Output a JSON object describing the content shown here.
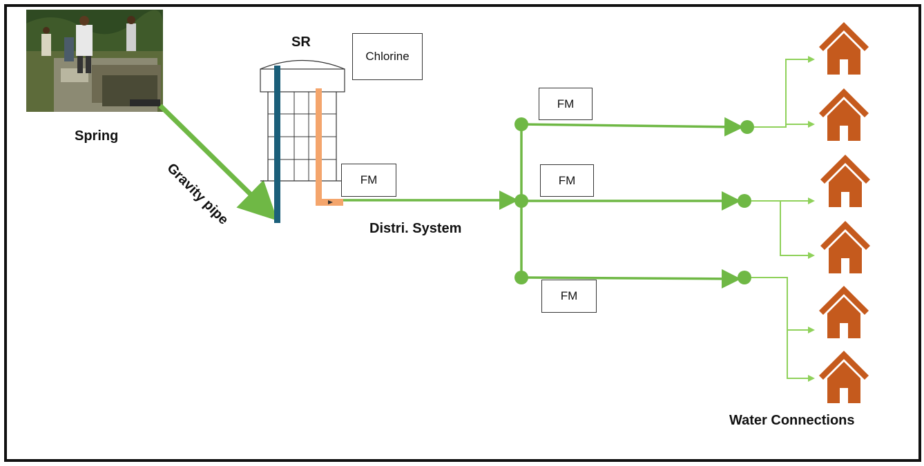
{
  "labels": {
    "spring": "Spring",
    "sr": "SR",
    "gravity_pipe": "Gravity pipe",
    "distri_system": "Distri. System",
    "water_connections": "Water Connections"
  },
  "boxes": {
    "chlorine": "Chlorine",
    "fm_main": "FM",
    "fm_branch_top": "FM",
    "fm_branch_mid": "FM",
    "fm_branch_bottom": "FM"
  },
  "colors": {
    "pipe_green": "#6fb845",
    "light_green": "#8fd15a",
    "node_green": "#6fb845",
    "inlet_blue": "#1b5f7a",
    "outlet_orange": "#f4a56c",
    "house": "#c55a1d"
  },
  "icons": {
    "house": "house-icon",
    "spring_photo": "spring-photo"
  }
}
